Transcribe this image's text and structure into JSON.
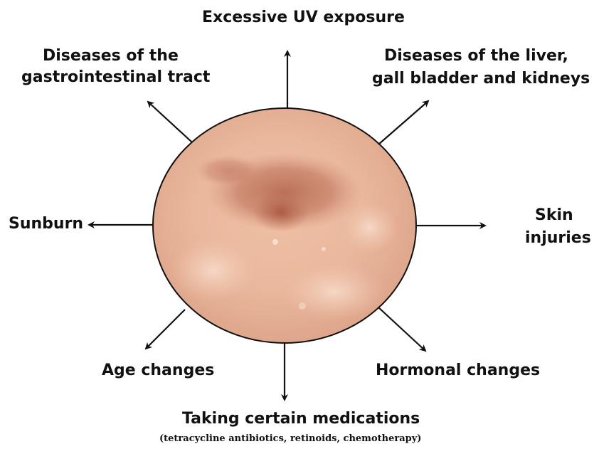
{
  "causes": {
    "top": "Excessive UV exposure",
    "top_left_line1": "Diseases of the",
    "top_left_line2": "gastrointestinal tract",
    "top_right_line1": "Diseases of the liver,",
    "top_right_line2": "gall bladder and kidneys",
    "left": "Sunburn",
    "right_line1": "Skin",
    "right_line2": "injuries",
    "bottom_left": "Age changes",
    "bottom_right": "Hormonal changes",
    "bottom": "Taking certain medications",
    "bottom_note": "(tetracycline antibiotics, retinoids, chemotherapy)"
  },
  "colors": {
    "skin_base": "#e8b49a",
    "skin_light": "#f2c8b2",
    "spot": "#b86e57",
    "arrow": "#111111"
  },
  "icons": {
    "center": "skin-pigmentation-spot",
    "arrow": "arrow-icon"
  }
}
